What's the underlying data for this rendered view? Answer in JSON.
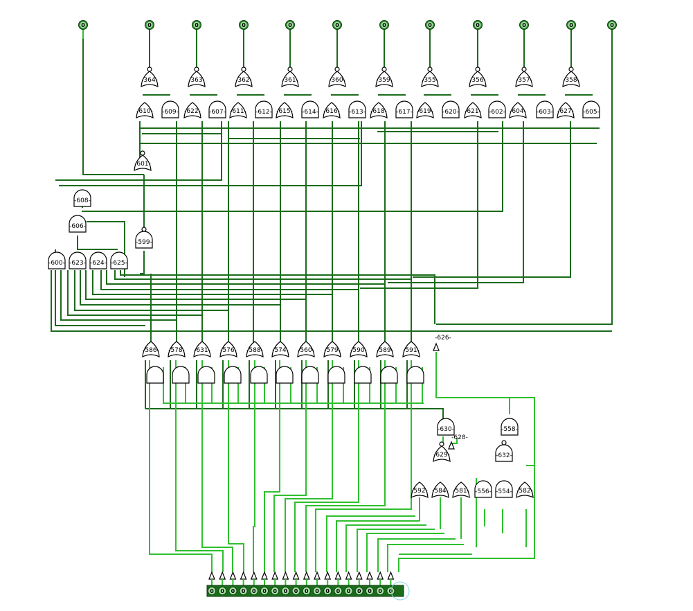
{
  "input_pin_value": "0",
  "inputs": [
    {
      "id": "in0",
      "value": "0"
    },
    {
      "id": "in1",
      "value": "0"
    },
    {
      "id": "in2",
      "value": "0"
    },
    {
      "id": "in3",
      "value": "0"
    },
    {
      "id": "in4",
      "value": "0"
    },
    {
      "id": "in5",
      "value": "0"
    },
    {
      "id": "in6",
      "value": "0"
    },
    {
      "id": "in7",
      "value": "0"
    },
    {
      "id": "in8",
      "value": "0"
    },
    {
      "id": "in9",
      "value": "0"
    },
    {
      "id": "in10",
      "value": "0"
    },
    {
      "id": "in11",
      "value": "0"
    }
  ],
  "top_gates": [
    "364",
    "363",
    "362",
    "361",
    "360",
    "359",
    "355",
    "356",
    "357",
    "358"
  ],
  "mid_row": [
    "610",
    "609",
    "622",
    "607",
    "611",
    "612",
    "615",
    "614",
    "616",
    "613",
    "618",
    "617",
    "619",
    "620",
    "621",
    "602",
    "604",
    "603",
    "627",
    "605"
  ],
  "left_block": [
    "601",
    "608",
    "606",
    "599",
    "600",
    "623",
    "624",
    "625"
  ],
  "or_row": [
    "586",
    "578",
    "631",
    "576",
    "588",
    "574",
    "560",
    "579",
    "590",
    "589",
    "591"
  ],
  "bottom_right": [
    "630",
    "628",
    "629",
    "558",
    "632",
    "592",
    "584",
    "581",
    "556",
    "554",
    "582"
  ],
  "buffer_label": "626",
  "output_bits": [
    "0",
    "0",
    "0",
    "0",
    "0",
    "0",
    "0",
    "0",
    "0",
    "0",
    "0",
    "0",
    "0",
    "0",
    "0",
    "0",
    "0",
    "0"
  ],
  "colors": {
    "wire_dark": "#1b6b1b",
    "wire_light": "#2fbf2f",
    "pin": "#2e8b2e",
    "gate_fill": "#ffffff"
  }
}
